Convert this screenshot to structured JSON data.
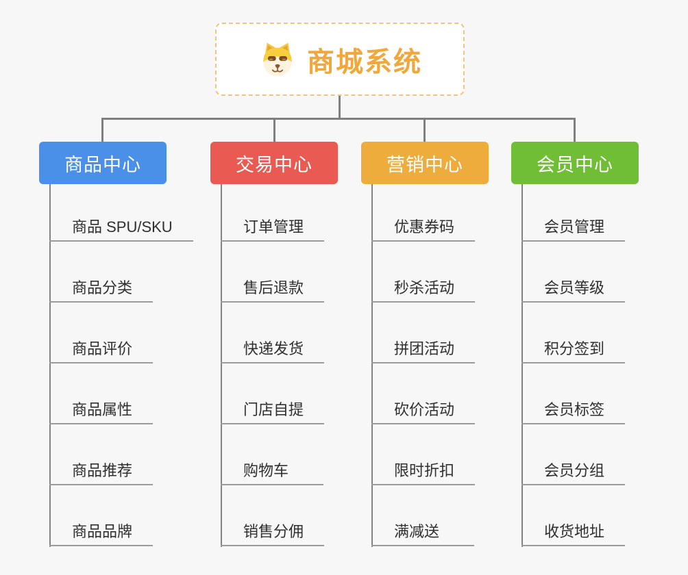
{
  "root": {
    "title": "商城系统",
    "icon": "dog-face-icon"
  },
  "branches": [
    {
      "label": "商品中心",
      "color": "#4a8fe8",
      "items": [
        "商品 SPU/SKU",
        "商品分类",
        "商品评价",
        "商品属性",
        "商品推荐",
        "商品品牌"
      ]
    },
    {
      "label": "交易中心",
      "color": "#e85a52",
      "items": [
        "订单管理",
        "售后退款",
        "快递发货",
        "门店自提",
        "购物车",
        "销售分佣"
      ]
    },
    {
      "label": "营销中心",
      "color": "#edac3c",
      "items": [
        "优惠券码",
        "秒杀活动",
        "拼团活动",
        "砍价活动",
        "限时折扣",
        "满减送"
      ]
    },
    {
      "label": "会员中心",
      "color": "#70be35",
      "items": [
        "会员管理",
        "会员等级",
        "积分签到",
        "会员标签",
        "会员分组",
        "收货地址"
      ]
    }
  ],
  "colors": {
    "background": "#f7f7f7",
    "root_title": "#f0a73c",
    "root_border": "#f4c37d",
    "connector": "#7f7f7f",
    "underline": "#9b9b9b",
    "item_text": "#2f2f2f"
  }
}
